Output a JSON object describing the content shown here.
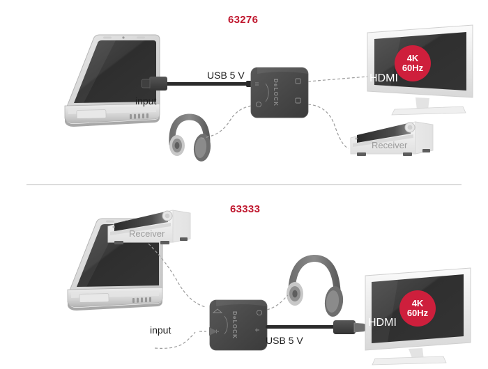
{
  "diagram": {
    "title_color": "#c0182f",
    "badge_color": "#ce1f3c",
    "device_color": "#4a4a4a",
    "background": "#ffffff"
  },
  "panels": [
    {
      "sku": "63276",
      "devices": {
        "laptop": "laptop",
        "adapter": "delock-adapter",
        "tv": "television",
        "receiver": "receiver",
        "headphones": "headphones"
      },
      "labels": {
        "input": "input",
        "usb_power": "USB 5 V",
        "hdmi": "HDMI",
        "receiver": "Receiver",
        "badge_line1": "4K",
        "badge_line2": "60Hz",
        "brand": "DeLOCK"
      }
    },
    {
      "sku": "63333",
      "devices": {
        "laptop": "laptop",
        "adapter": "delock-adapter",
        "tv": "television",
        "receiver": "receiver",
        "headphones": "headphones"
      },
      "labels": {
        "input": "input",
        "usb_power": "USB 5 V",
        "hdmi": "HDMI",
        "receiver": "Receiver",
        "badge_line1": "4K",
        "badge_line2": "60Hz",
        "brand": "DeLOCK"
      }
    }
  ]
}
